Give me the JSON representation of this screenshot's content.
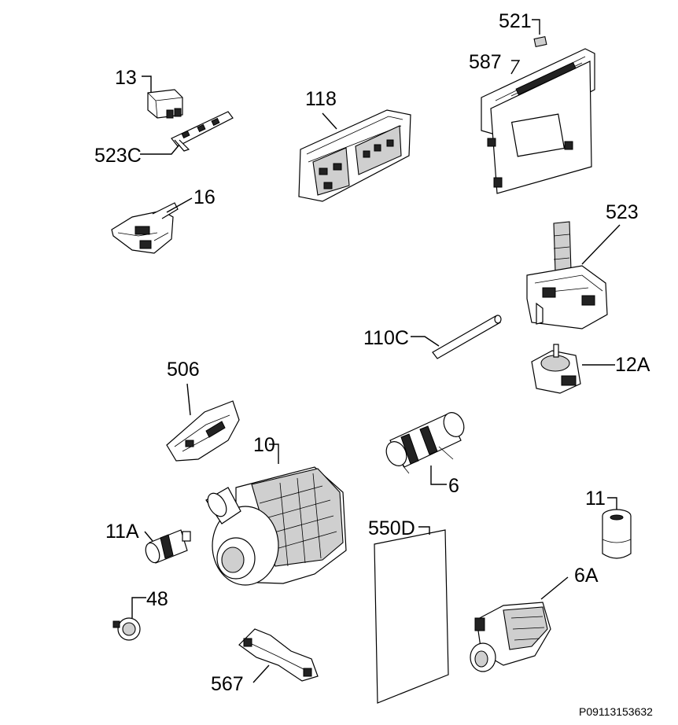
{
  "diagram": {
    "reference_code": "P09113153632",
    "parts": [
      {
        "id": "p13",
        "label": "13"
      },
      {
        "id": "p523c",
        "label": "523C"
      },
      {
        "id": "p16",
        "label": "16"
      },
      {
        "id": "p118",
        "label": "118"
      },
      {
        "id": "p521",
        "label": "521"
      },
      {
        "id": "p587",
        "label": "587"
      },
      {
        "id": "p523",
        "label": "523"
      },
      {
        "id": "p110c",
        "label": "110C"
      },
      {
        "id": "p12a",
        "label": "12A"
      },
      {
        "id": "p506",
        "label": "506"
      },
      {
        "id": "p6",
        "label": "6"
      },
      {
        "id": "p10",
        "label": "10"
      },
      {
        "id": "p11a",
        "label": "11A"
      },
      {
        "id": "p11",
        "label": "11"
      },
      {
        "id": "p550d",
        "label": "550D"
      },
      {
        "id": "p6a",
        "label": "6A"
      },
      {
        "id": "p48",
        "label": "48"
      },
      {
        "id": "p567",
        "label": "567"
      }
    ]
  }
}
